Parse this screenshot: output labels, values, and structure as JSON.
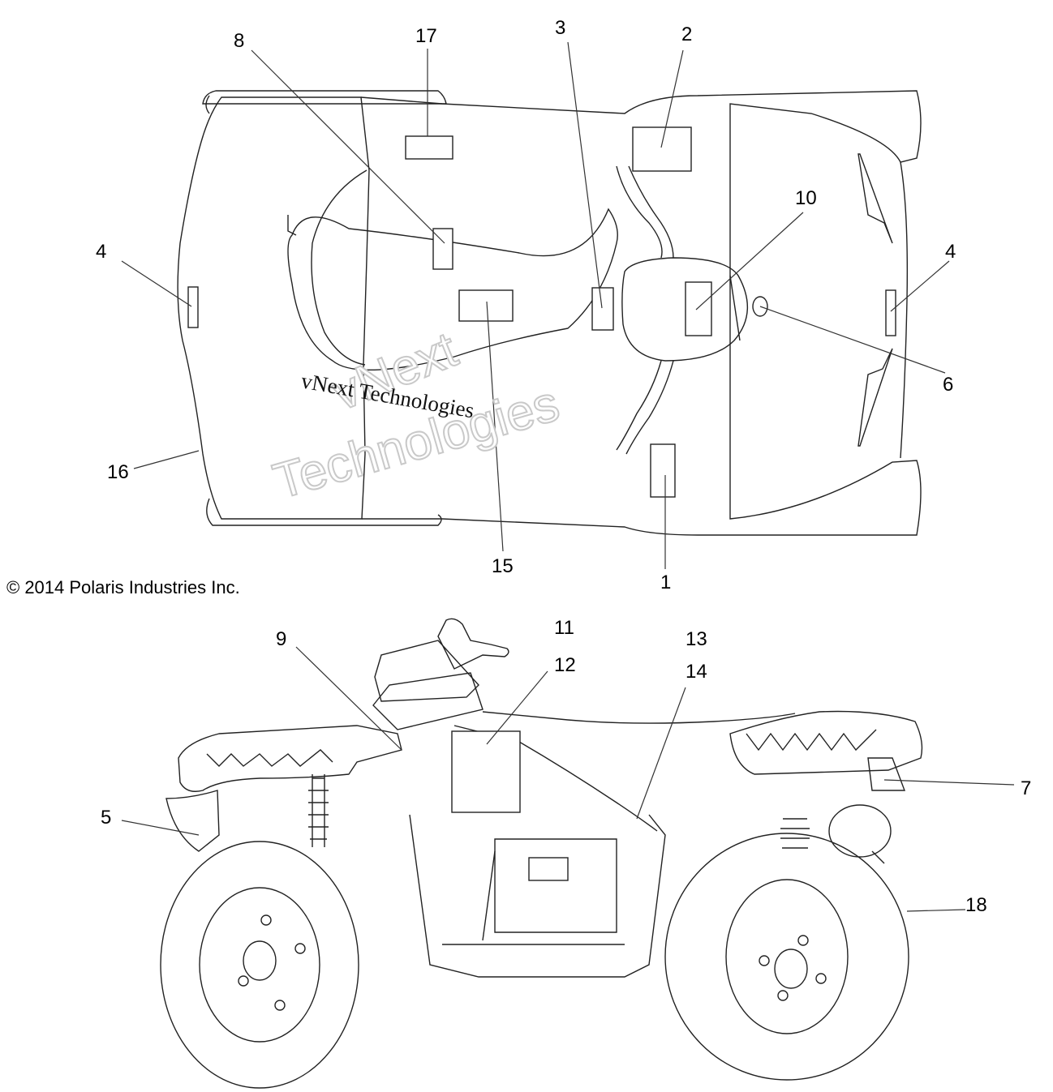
{
  "copyright": "© 2014 Polaris Industries Inc.",
  "watermark": {
    "line1": "vNext",
    "line2": "Technologies",
    "caption": "vNext Technologies"
  },
  "callouts": {
    "top": [
      "17",
      "8",
      "3",
      "2",
      "10",
      "4",
      "4",
      "6",
      "16",
      "15",
      "1"
    ],
    "side": [
      "11",
      "9",
      "12",
      "13",
      "14",
      "5",
      "7",
      "18"
    ]
  },
  "colors": {
    "line": "#222222",
    "watermark": "#c9c9c9",
    "background": "#ffffff"
  }
}
